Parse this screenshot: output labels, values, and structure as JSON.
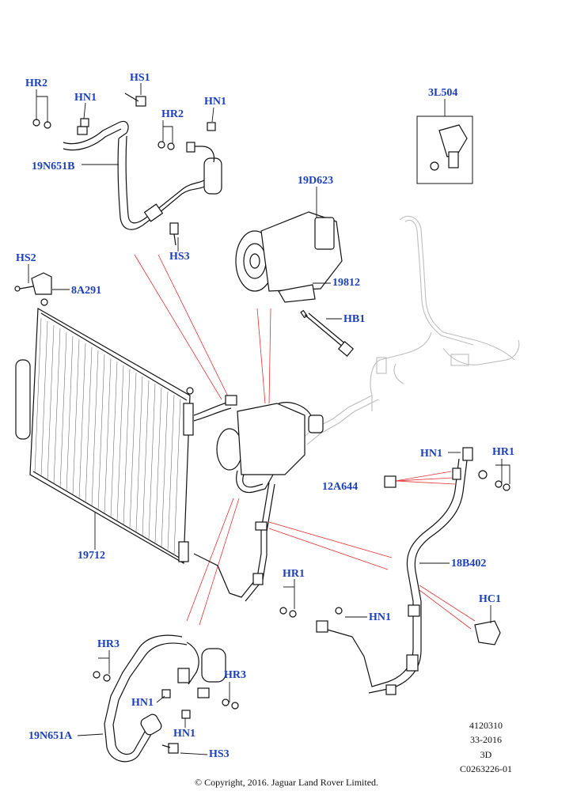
{
  "callouts": {
    "hr2_a": "HR2",
    "hn1_a": "HN1",
    "hs1": "HS1",
    "hr2_b": "HR2",
    "hn1_b": "HN1",
    "p19n651b": "19N651B",
    "hs3_a": "HS3",
    "p3l504": "3L504",
    "p19d623": "19D623",
    "hs2": "HS2",
    "p8a291": "8A291",
    "p19812": "19812",
    "hb1": "HB1",
    "hn1_c": "HN1",
    "hr1_a": "HR1",
    "p12a644": "12A644",
    "p19712": "19712",
    "p18b402": "18B402",
    "hr1_b": "HR1",
    "hn1_d": "HN1",
    "hc1": "HC1",
    "hr3_a": "HR3",
    "hr3_b": "HR3",
    "hn1_e": "HN1",
    "hn1_f": "HN1",
    "p19n651a": "19N651A",
    "hs3_b": "HS3"
  },
  "footer": {
    "ref1": "4120310",
    "ref2": "33-2016",
    "ref3": "3D",
    "ref4": "C0263226-01",
    "copyright": "© Copyright, 2016. Jaguar Land Rover Limited."
  }
}
